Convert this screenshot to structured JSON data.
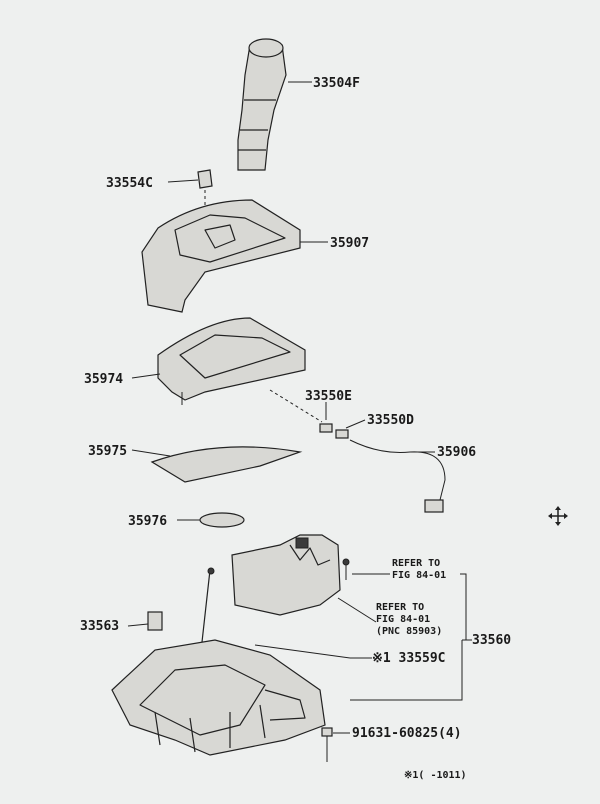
{
  "parts": {
    "p33504F": "33504F",
    "p33554C": "33554C",
    "p35907": "35907",
    "p35974": "35974",
    "p33550E": "33550E",
    "p33550D": "33550D",
    "p35975": "35975",
    "p35906": "35906",
    "p35976": "35976",
    "p33563": "33563",
    "p33559C": "※1 33559C",
    "p33560": "33560",
    "p91631": "91631-60825(4)"
  },
  "refs": {
    "refer1_line1": "REFER TO",
    "refer1_line2": "FIG 84-01",
    "refer2_line1": "REFER TO",
    "refer2_line2": "FIG 84-01",
    "refer2_line3": "(PNC 85903)"
  },
  "footer_note": "※1(   -1011)",
  "icons": {
    "cursor": "move-cursor-icon"
  }
}
